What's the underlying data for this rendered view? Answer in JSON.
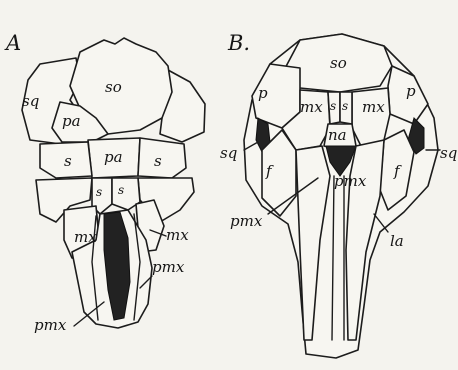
{
  "figures": [
    {
      "id": "A",
      "panel_letter": "A",
      "labels": {
        "so": "so",
        "sq": "sq",
        "pa_upper": "pa",
        "s_left": "s",
        "pa_mid": "pa",
        "s_right": "s",
        "s_small_left": "s",
        "s_small_right": "s",
        "mx_left": "mx",
        "mx_right": "mx",
        "pmx_right": "pmx",
        "pmx_bottom": "pmx"
      }
    },
    {
      "id": "B",
      "panel_letter": "B.",
      "labels": {
        "so": "so",
        "p_left": "p",
        "p_right": "p",
        "mx_left": "mx",
        "mx_right": "mx",
        "s_left": "s",
        "s_right": "s",
        "na": "na",
        "sq_left": "sq",
        "sq_right": "sq",
        "f_left": "f",
        "f_right": "f",
        "pmx_center": "pmx",
        "pmx_left": "pmx",
        "la": "la"
      }
    }
  ]
}
